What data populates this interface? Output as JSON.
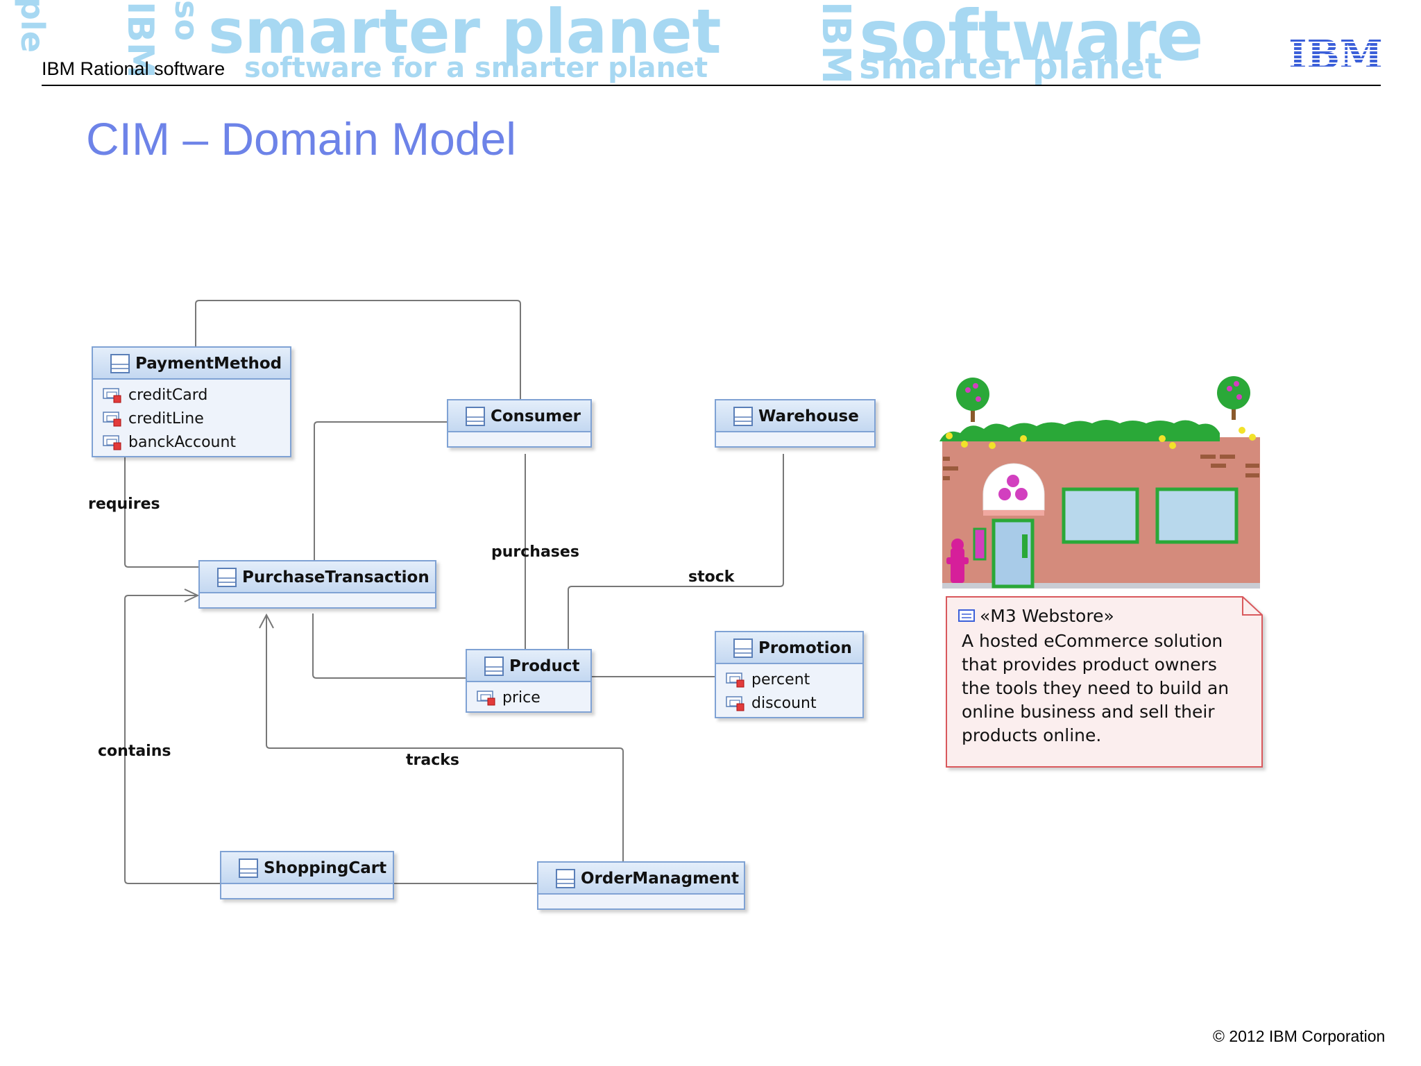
{
  "header": {
    "brand": "IBM Rational software",
    "watermark": {
      "line1a": "smarter planet",
      "line1b": "software",
      "line2a": "software for a smarter planet",
      "line2b": "smarter planet",
      "v1": "ple",
      "v2": "IBM",
      "v3": "so",
      "v4": "IBM"
    },
    "logo": "IBM"
  },
  "title": "CIM – Domain Model",
  "footer": "© 2012 IBM Corporation",
  "colors": {
    "title": "#6d83e8",
    "class_header": "#cfe0f5",
    "class_border": "#7fa2d4",
    "note_fill": "#fbeeee",
    "note_border": "#d9595c",
    "watermark": "#a7d8f2"
  },
  "diagram": {
    "classes": [
      {
        "id": "payment",
        "name": "PaymentMethod",
        "attributes": [
          "creditCard",
          "creditLine",
          "banckAccount"
        ]
      },
      {
        "id": "consumer",
        "name": "Consumer",
        "attributes": []
      },
      {
        "id": "warehouse",
        "name": "Warehouse",
        "attributes": []
      },
      {
        "id": "purchase",
        "name": "PurchaseTransaction",
        "attributes": []
      },
      {
        "id": "product",
        "name": "Product",
        "attributes": [
          "price"
        ]
      },
      {
        "id": "promotion",
        "name": "Promotion",
        "attributes": [
          "percent",
          "discount"
        ]
      },
      {
        "id": "cart",
        "name": "ShoppingCart",
        "attributes": []
      },
      {
        "id": "order",
        "name": "OrderManagment",
        "attributes": []
      }
    ],
    "associations": {
      "requires": "requires",
      "purchases": "purchases",
      "stock": "stock",
      "contains": "contains",
      "tracks": "tracks"
    },
    "icons": {
      "class": "class-icon",
      "attribute": "attribute-icon",
      "note": "note-icon"
    },
    "note": {
      "stereotype": "«M3 Webstore»",
      "lines": [
        "A hosted eCommerce solution",
        "that provides product owners",
        "the tools they need to build an",
        "online business and sell their",
        "products online."
      ]
    }
  }
}
